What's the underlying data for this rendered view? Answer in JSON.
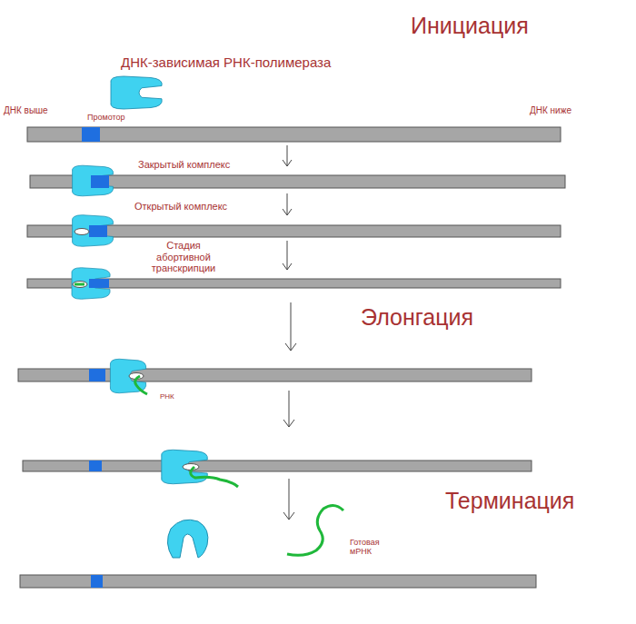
{
  "diagram": {
    "labels": [
      "Инициация",
      "ДНК-зависимая РНК-полимераза",
      "ДНК выше",
      "Промотор",
      "ДНК ниже",
      "Закрытый комплекс",
      "Открытый комплекс",
      "Стадия абортивной транскрипции",
      "Элонгация",
      "РНК",
      "Терминация",
      "Готовая мРНК"
    ]
  }
}
